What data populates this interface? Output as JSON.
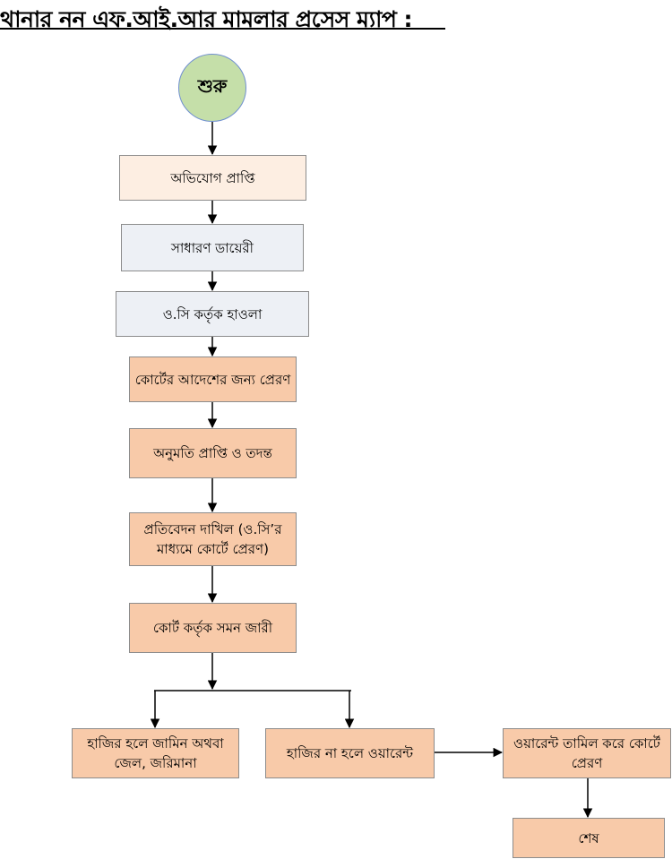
{
  "title": "থানার নন এফ.আই.আর মামলার প্রসেস ম্যাপ  :",
  "start_label": "শুরু",
  "steps": {
    "complaint": "অভিযোগ প্রাপ্তি",
    "general_diary": "সাধারণ ডায়েরী",
    "oc_handover": "ও.সি কর্তৃক হাওলা",
    "court_order": "কোর্টের আদেশের জন্য প্রেরণ",
    "permission_investigation": "অনুমতি প্রাপ্তি ও তদন্ত",
    "report_filing": "প্রতিবেদন দাখিল (ও.সি’র মাধ্যমে কোর্টে প্রেরণ)",
    "summons": "কোর্ট কর্তৃক সমন জারী",
    "present_bail": "হাজির হলে জামিন অথবা জেল, জরিমানা",
    "absent_warrant": "হাজির না হলে ওয়ারেন্ট",
    "warrant_execution": "ওয়ারেন্ট তামিল করে কোর্টে প্রেরণ",
    "end": "শেষ"
  },
  "colors": {
    "start_fill": "#c5dfa9",
    "start_border": "#6f8fd0",
    "light_peach": "#fdeee2",
    "grey": "#edf0f5",
    "peach": "#f8caa9"
  }
}
